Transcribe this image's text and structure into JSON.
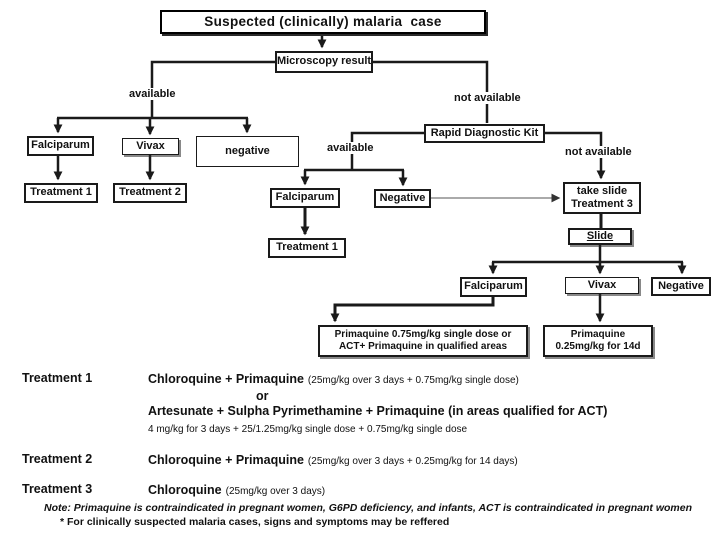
{
  "colors": {
    "background": "#ffffff",
    "line": "#1a1a1a",
    "thin_line": "#555555",
    "text": "#111111"
  },
  "flowchart": {
    "title": "Suspected (clinically) malaria  case",
    "nodes": {
      "microscopy": "Microscopy result",
      "falciparum_left": "Falciparum",
      "vivax_left": "Vivax",
      "negative_left": "negative",
      "treatment1_left": "Treatment 1",
      "treatment2_left": "Treatment 2",
      "rdk": "Rapid Diagnostic Kit",
      "falciparum_mid": "Falciparum",
      "negative_mid": "Negative",
      "treatment1_mid": "Treatment 1",
      "take_slide_line1": "take slide",
      "take_slide_line2": "Treatment 3",
      "slide": "Slide",
      "falciparum_bottom": "Falciparum",
      "vivax_bottom": "Vivax",
      "negative_bottom": "Negative",
      "primaquine_big_line1": "Primaquine 0.75mg/kg single dose or",
      "primaquine_big_line2": "ACT+ Primaquine in qualified areas",
      "primaquine_small_line1": "Primaquine",
      "primaquine_small_line2": "0.25mg/kg for 14d"
    },
    "labels": {
      "available_left": "available",
      "not_available_right": "not available",
      "available_mid": "available",
      "not_available_far": "not available"
    }
  },
  "treatments": {
    "t1": {
      "label": "Treatment 1",
      "drug1": "Chloroquine + Primaquine",
      "drug1_dose": "(25mg/kg over 3 days + 0.75mg/kg single dose)",
      "or": "or",
      "drug2": "Artesunate + Sulpha Pyrimethamine + Primaquine (in areas qualified for ACT)",
      "drug2_dose": "4 mg/kg for 3 days + 25/1.25mg/kg single dose + 0.75mg/kg single dose"
    },
    "t2": {
      "label": "Treatment 2",
      "drug": "Chloroquine + Primaquine",
      "dose": "(25mg/kg over 3 days + 0.25mg/kg for 14 days)"
    },
    "t3": {
      "label": "Treatment 3",
      "drug": "Chloroquine",
      "dose": "(25mg/kg over 3 days)"
    }
  },
  "notes": {
    "note": "Note: Primaquine is contraindicated in pregnant women, G6PD deficiency, and infants, ACT is contraindicated in pregnant women",
    "footnote": "* For clinically suspected malaria cases, signs and symptoms may be reffered"
  }
}
